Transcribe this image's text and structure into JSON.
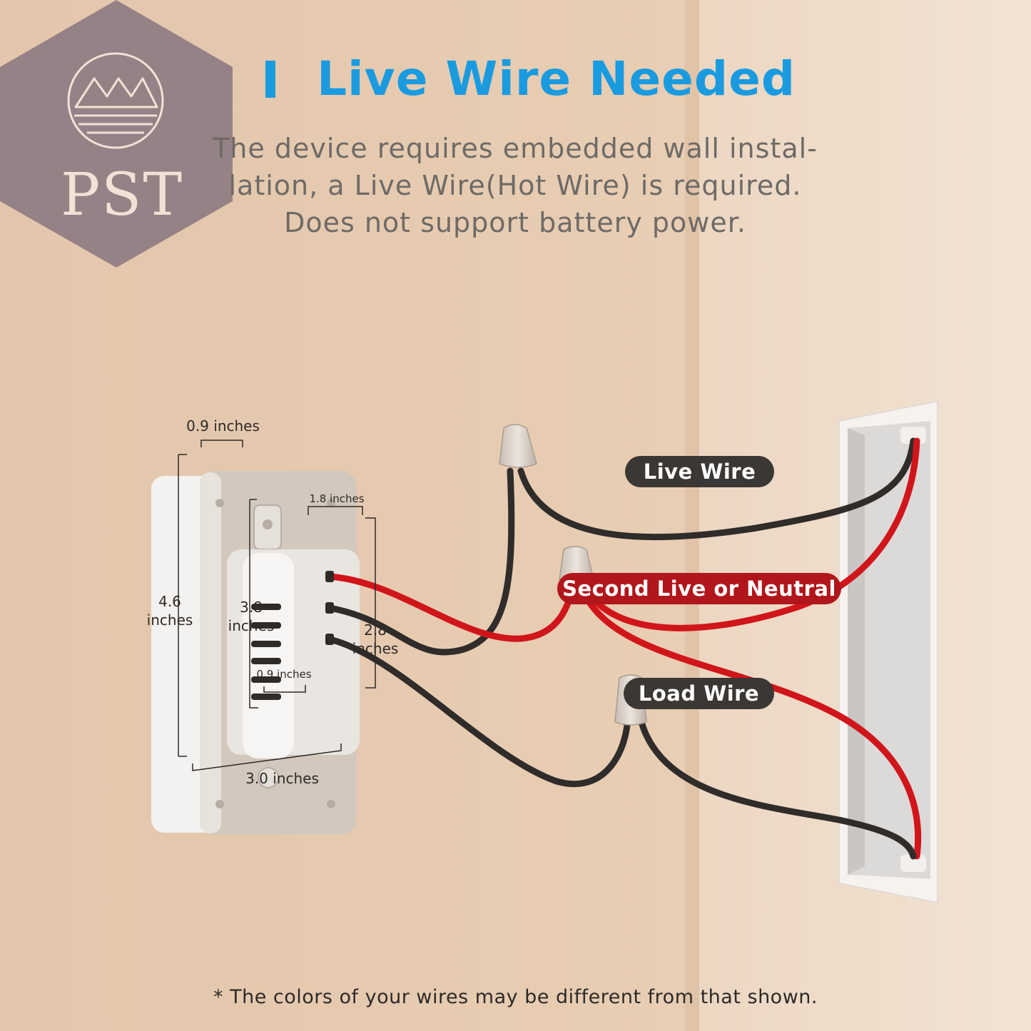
{
  "header": {
    "title": "Live Wire Needed",
    "description_lines": [
      "The device requires embedded wall instal-",
      "lation, a Live Wire(Hot Wire) is required.",
      "Does not support battery power."
    ]
  },
  "watermark": {
    "text": "PST",
    "icon": "mountain-sun-icon"
  },
  "wire_labels": {
    "live": "Live Wire",
    "second": "Second Live or Neutral",
    "load": "Load Wire"
  },
  "dimensions": {
    "depth_top": "0.9 inches",
    "module_width": "1.8 inches",
    "height_value": "4.6",
    "height_unit": "inches",
    "module_height_value": "3.8",
    "module_height_unit": "inches",
    "module_depth_value": "2.8",
    "module_depth_unit": "inches",
    "inner_width": "0.9 inches",
    "plate_width": "3.0 inches"
  },
  "footnote": "* The colors of your wires may be different from that shown.",
  "colors": {
    "title": "#1a9be0",
    "live_wire": "#2f2c2a",
    "second_wire": "#d0151b",
    "label_dark": "#3b3734",
    "label_red": "#b0161b"
  }
}
